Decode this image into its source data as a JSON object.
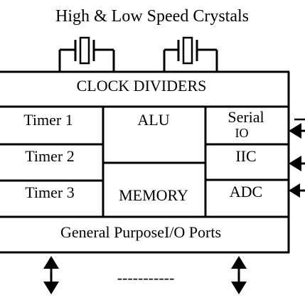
{
  "title": "High & Low Speed Crystals",
  "blocks": {
    "clock_dividers": "CLOCK DIVIDERS",
    "timer1": "Timer 1",
    "timer2": "Timer 2",
    "timer3": "Timer 3",
    "alu": "ALU",
    "memory": "MEMORY",
    "serial_line1": "Serial",
    "serial_line2": "IO",
    "iic": "IIC",
    "adc": "ADC",
    "gpio": "General PurposeI/O Ports"
  },
  "bottom_ellipsis": "-----------",
  "colors": {
    "stroke": "#000000",
    "background": "#ffffff"
  }
}
